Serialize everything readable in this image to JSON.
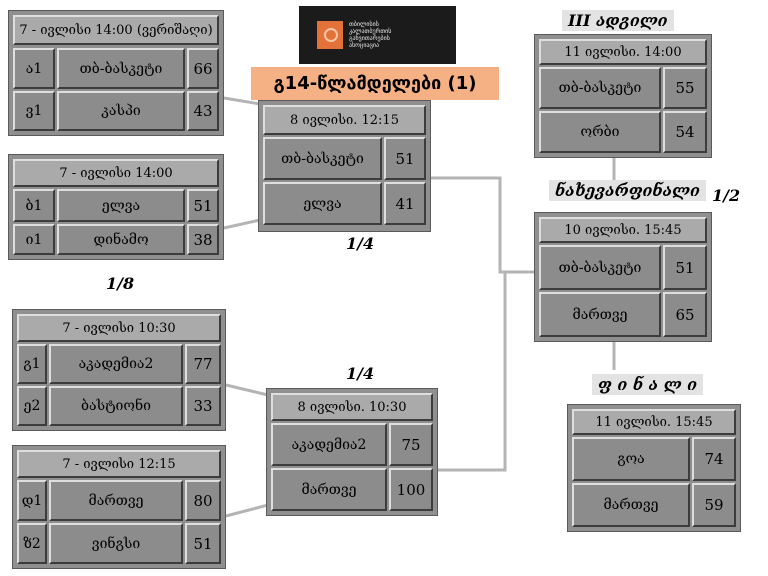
{
  "logo": {
    "lines": [
      "თბილისის",
      "კალათბურთის",
      "განვითარების",
      "ასოციაცია"
    ]
  },
  "banner": "გ14-წლამდელები (1)",
  "labels": {
    "round8": "1/8",
    "quarter_top": "1/4",
    "quarter_bottom": "1/4",
    "third_place": "III ადგილი",
    "semi": "ნახევარფინალი",
    "semi_mark": "1/2",
    "final": "ფ ი ნ ა ლ ი"
  },
  "matches": {
    "r8a": {
      "header": "7 - ივლისი 14:00 (ვერიშაღი)",
      "rows": [
        {
          "seed": "ა1",
          "team": "თბ-ბასკეტი",
          "score": "66"
        },
        {
          "seed": "ვ1",
          "team": "კასპი",
          "score": "43"
        }
      ]
    },
    "r8b": {
      "header": "7 - ივლისი 14:00",
      "rows": [
        {
          "seed": "ბ1",
          "team": "ელვა",
          "score": "51"
        },
        {
          "seed": "ი1",
          "team": "დინამო",
          "score": "38"
        }
      ]
    },
    "r8c": {
      "header": "7 - ივლისი 10:30",
      "rows": [
        {
          "seed": "გ1",
          "team": "აკადემია2",
          "score": "77"
        },
        {
          "seed": "ე2",
          "team": "ბასტიონი",
          "score": "33"
        }
      ]
    },
    "r8d": {
      "header": "7 - ივლისი 12:15",
      "rows": [
        {
          "seed": "დ1",
          "team": "მართვე",
          "score": "80"
        },
        {
          "seed": "ზ2",
          "team": "ვინგსი",
          "score": "51"
        }
      ]
    },
    "qfa": {
      "header": "8 ივლისი. 12:15",
      "rows": [
        {
          "team": "თბ-ბასკეტი",
          "score": "51"
        },
        {
          "team": "ელვა",
          "score": "41"
        }
      ]
    },
    "qfb": {
      "header": "8 ივლისი. 10:30",
      "rows": [
        {
          "team": "აკადემია2",
          "score": "75"
        },
        {
          "team": "მართვე",
          "score": "100"
        }
      ]
    },
    "third": {
      "header": "11 ივლისი. 14:00",
      "rows": [
        {
          "team": "თბ-ბასკეტი",
          "score": "55"
        },
        {
          "team": "ორბი",
          "score": "54"
        }
      ]
    },
    "semi": {
      "header": "10 ივლისი. 15:45",
      "rows": [
        {
          "team": "თბ-ბასკეტი",
          "score": "51"
        },
        {
          "team": "მართვე",
          "score": "65"
        }
      ]
    },
    "final": {
      "header": "11 ივლისი. 15:45",
      "rows": [
        {
          "team": "გოა",
          "score": "74"
        },
        {
          "team": "მართვე",
          "score": "59"
        }
      ]
    }
  }
}
